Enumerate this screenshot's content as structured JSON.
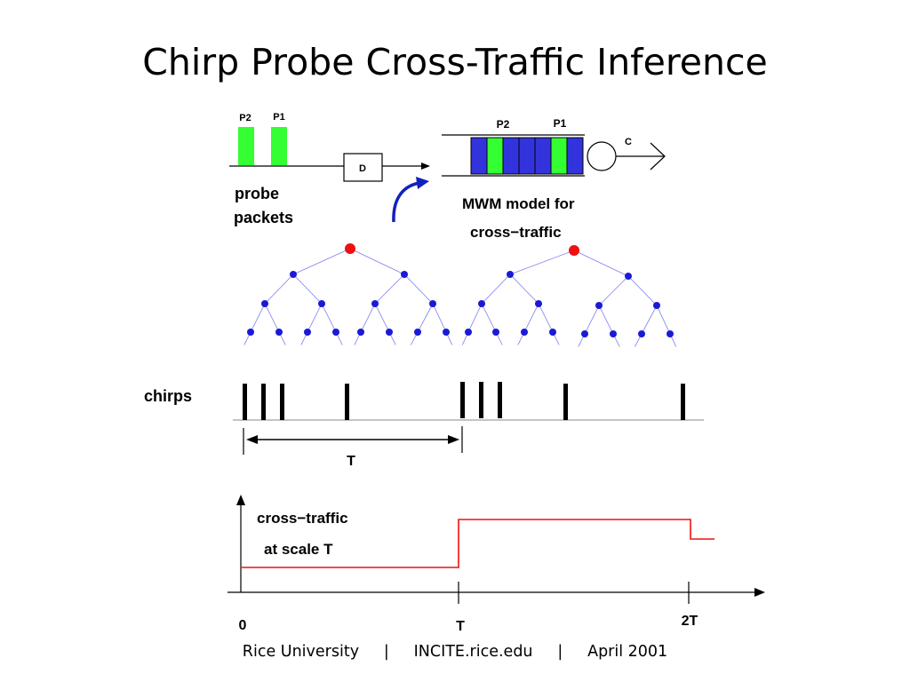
{
  "slide": {
    "title": "Chirp Probe Cross-Traffic Inference",
    "footer": {
      "institution": "Rice University",
      "separator": "|",
      "website": "INCITE.rice.edu",
      "date": "April 2001"
    }
  },
  "probe_section": {
    "packet_labels": [
      "P2",
      "P1"
    ],
    "delay_label": "D",
    "caption_line1": "probe",
    "caption_line2": "packets"
  },
  "queue_section": {
    "packet_labels": [
      "P2",
      "P1"
    ],
    "capacity_label": "C",
    "caption_line1": "MWM model for",
    "caption_line2": "cross−traffic"
  },
  "chirps": {
    "label": "chirps",
    "period_label": "T"
  },
  "cross_traffic_plot": {
    "label_line1": "cross−traffic",
    "label_line2": "at scale T",
    "tick_labels": [
      "0",
      "T",
      "2T"
    ]
  },
  "colors": {
    "probe_green": "#33ff33",
    "queue_blue": "#3333dd",
    "tree_blue": "#1a1ad6",
    "tree_line": "#7d7df0",
    "root_red": "#ee1111",
    "plot_red": "#ee1111",
    "arrow_blue": "#1122bb"
  }
}
